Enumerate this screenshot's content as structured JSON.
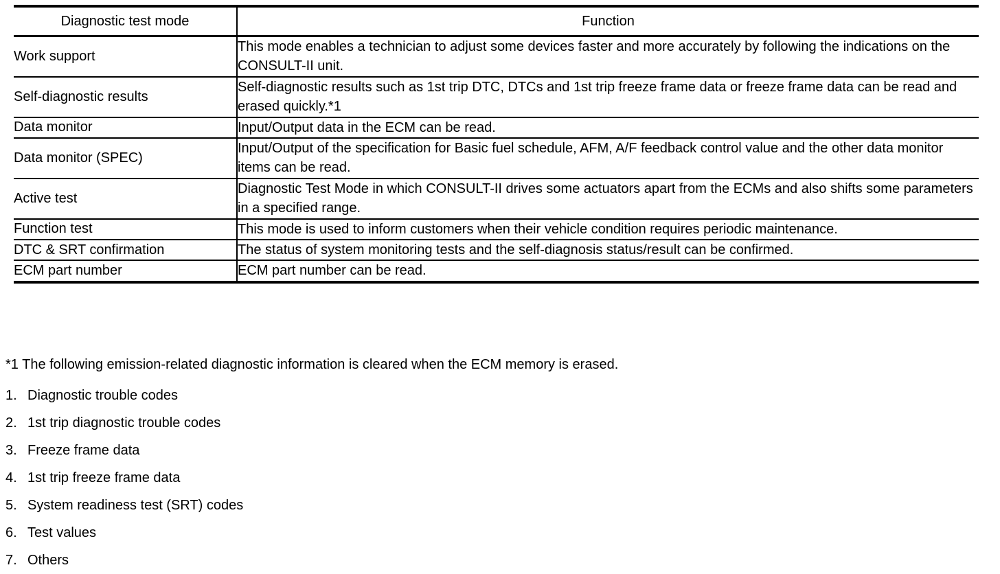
{
  "table": {
    "headers": {
      "mode": "Diagnostic test mode",
      "function": "Function"
    },
    "rows": [
      {
        "mode": "Work support",
        "function": "This mode enables a technician to adjust some devices faster and more accurately by following the indications on the CONSULT-II unit."
      },
      {
        "mode": "Self-diagnostic results",
        "function": "Self-diagnostic results such as 1st trip DTC, DTCs and 1st trip freeze frame data or freeze frame data can be read and erased quickly.*1"
      },
      {
        "mode": "Data monitor",
        "function": "Input/Output data in the ECM can be read."
      },
      {
        "mode": "Data monitor (SPEC)",
        "function": "Input/Output of the specification for Basic fuel schedule, AFM, A/F feedback control value and the other data monitor items can be read."
      },
      {
        "mode": "Active test",
        "function": "Diagnostic Test Mode in which CONSULT-II drives some actuators apart from the ECMs and also shifts some parameters in a specified range."
      },
      {
        "mode": "Function test",
        "function": "This mode is used to inform customers when their vehicle condition requires periodic maintenance."
      },
      {
        "mode": "DTC & SRT confirmation",
        "function": "The status of system monitoring tests and the self-diagnosis status/result can be confirmed."
      },
      {
        "mode": "ECM part number",
        "function": "ECM part number can be read."
      }
    ]
  },
  "footnote": "*1 The following emission-related diagnostic information is cleared when the ECM memory is erased.",
  "note_list": [
    {
      "num": "1.",
      "text": "Diagnostic trouble codes"
    },
    {
      "num": "2.",
      "text": "1st trip diagnostic trouble codes"
    },
    {
      "num": "3.",
      "text": "Freeze frame data"
    },
    {
      "num": "4.",
      "text": "1st trip freeze frame data"
    },
    {
      "num": "5.",
      "text": "System readiness test (SRT) codes"
    },
    {
      "num": "6.",
      "text": "Test values"
    },
    {
      "num": "7.",
      "text": "Others"
    }
  ],
  "colors": {
    "text": "#000000",
    "rule": "#000000",
    "background": "#ffffff"
  }
}
